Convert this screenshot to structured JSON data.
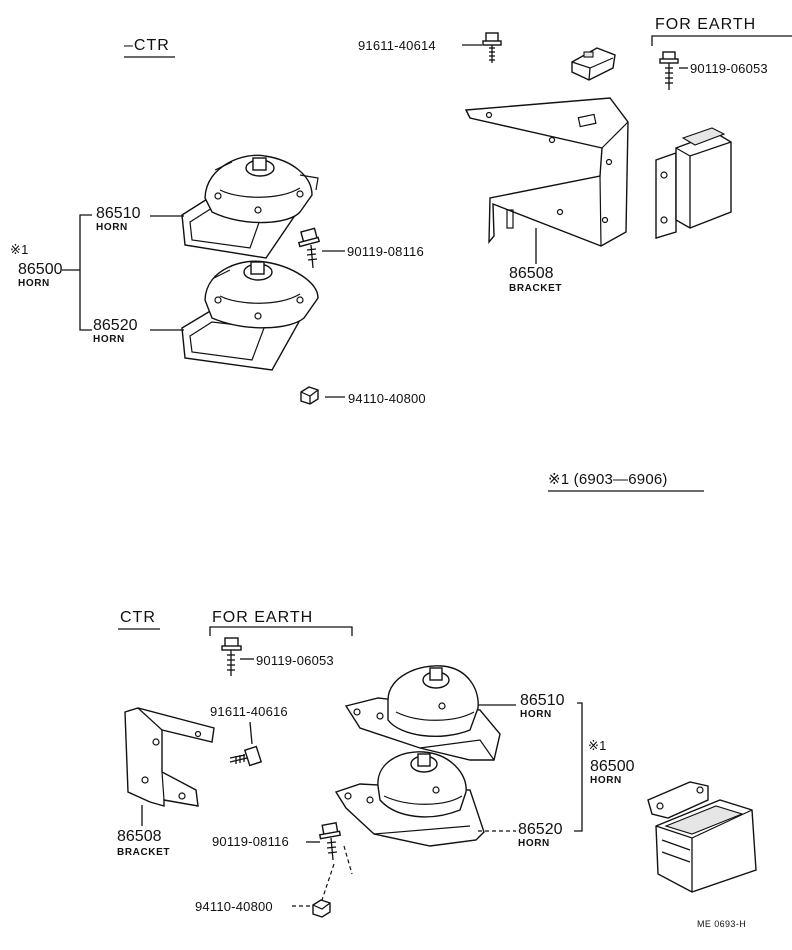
{
  "top_section": {
    "variant_label": "–CTR",
    "for_earth_label": "FOR EARTH",
    "bolt_91611": "91611-40614",
    "bolt_90119_earth": "90119-06053",
    "horn_upper_num": "86510",
    "horn_upper_name": "HORN",
    "assy_mark": "※1",
    "assy_num": "86500",
    "assy_name": "HORN",
    "horn_lower_num": "86520",
    "horn_lower_name": "HORN",
    "bolt_90119": "90119-08116",
    "nut_94110": "94110-40800",
    "bracket_num": "86508",
    "bracket_name": "BRACKET"
  },
  "note": "※1 (6903—6906)",
  "bottom_section": {
    "variant_label": "CTR",
    "for_earth_label": "FOR EARTH",
    "bolt_90119_earth": "90119-06053",
    "bolt_91611": "91611-40616",
    "horn_upper_num": "86510",
    "horn_upper_name": "HORN",
    "assy_mark": "※1",
    "assy_num": "86500",
    "assy_name": "HORN",
    "horn_lower_num": "86520",
    "horn_lower_name": "HORN",
    "bolt_90119": "90119-08116",
    "nut_94110": "94110-40800",
    "bracket_num": "86508",
    "bracket_name": "BRACKET"
  },
  "footer_code": "ME 0693-H"
}
